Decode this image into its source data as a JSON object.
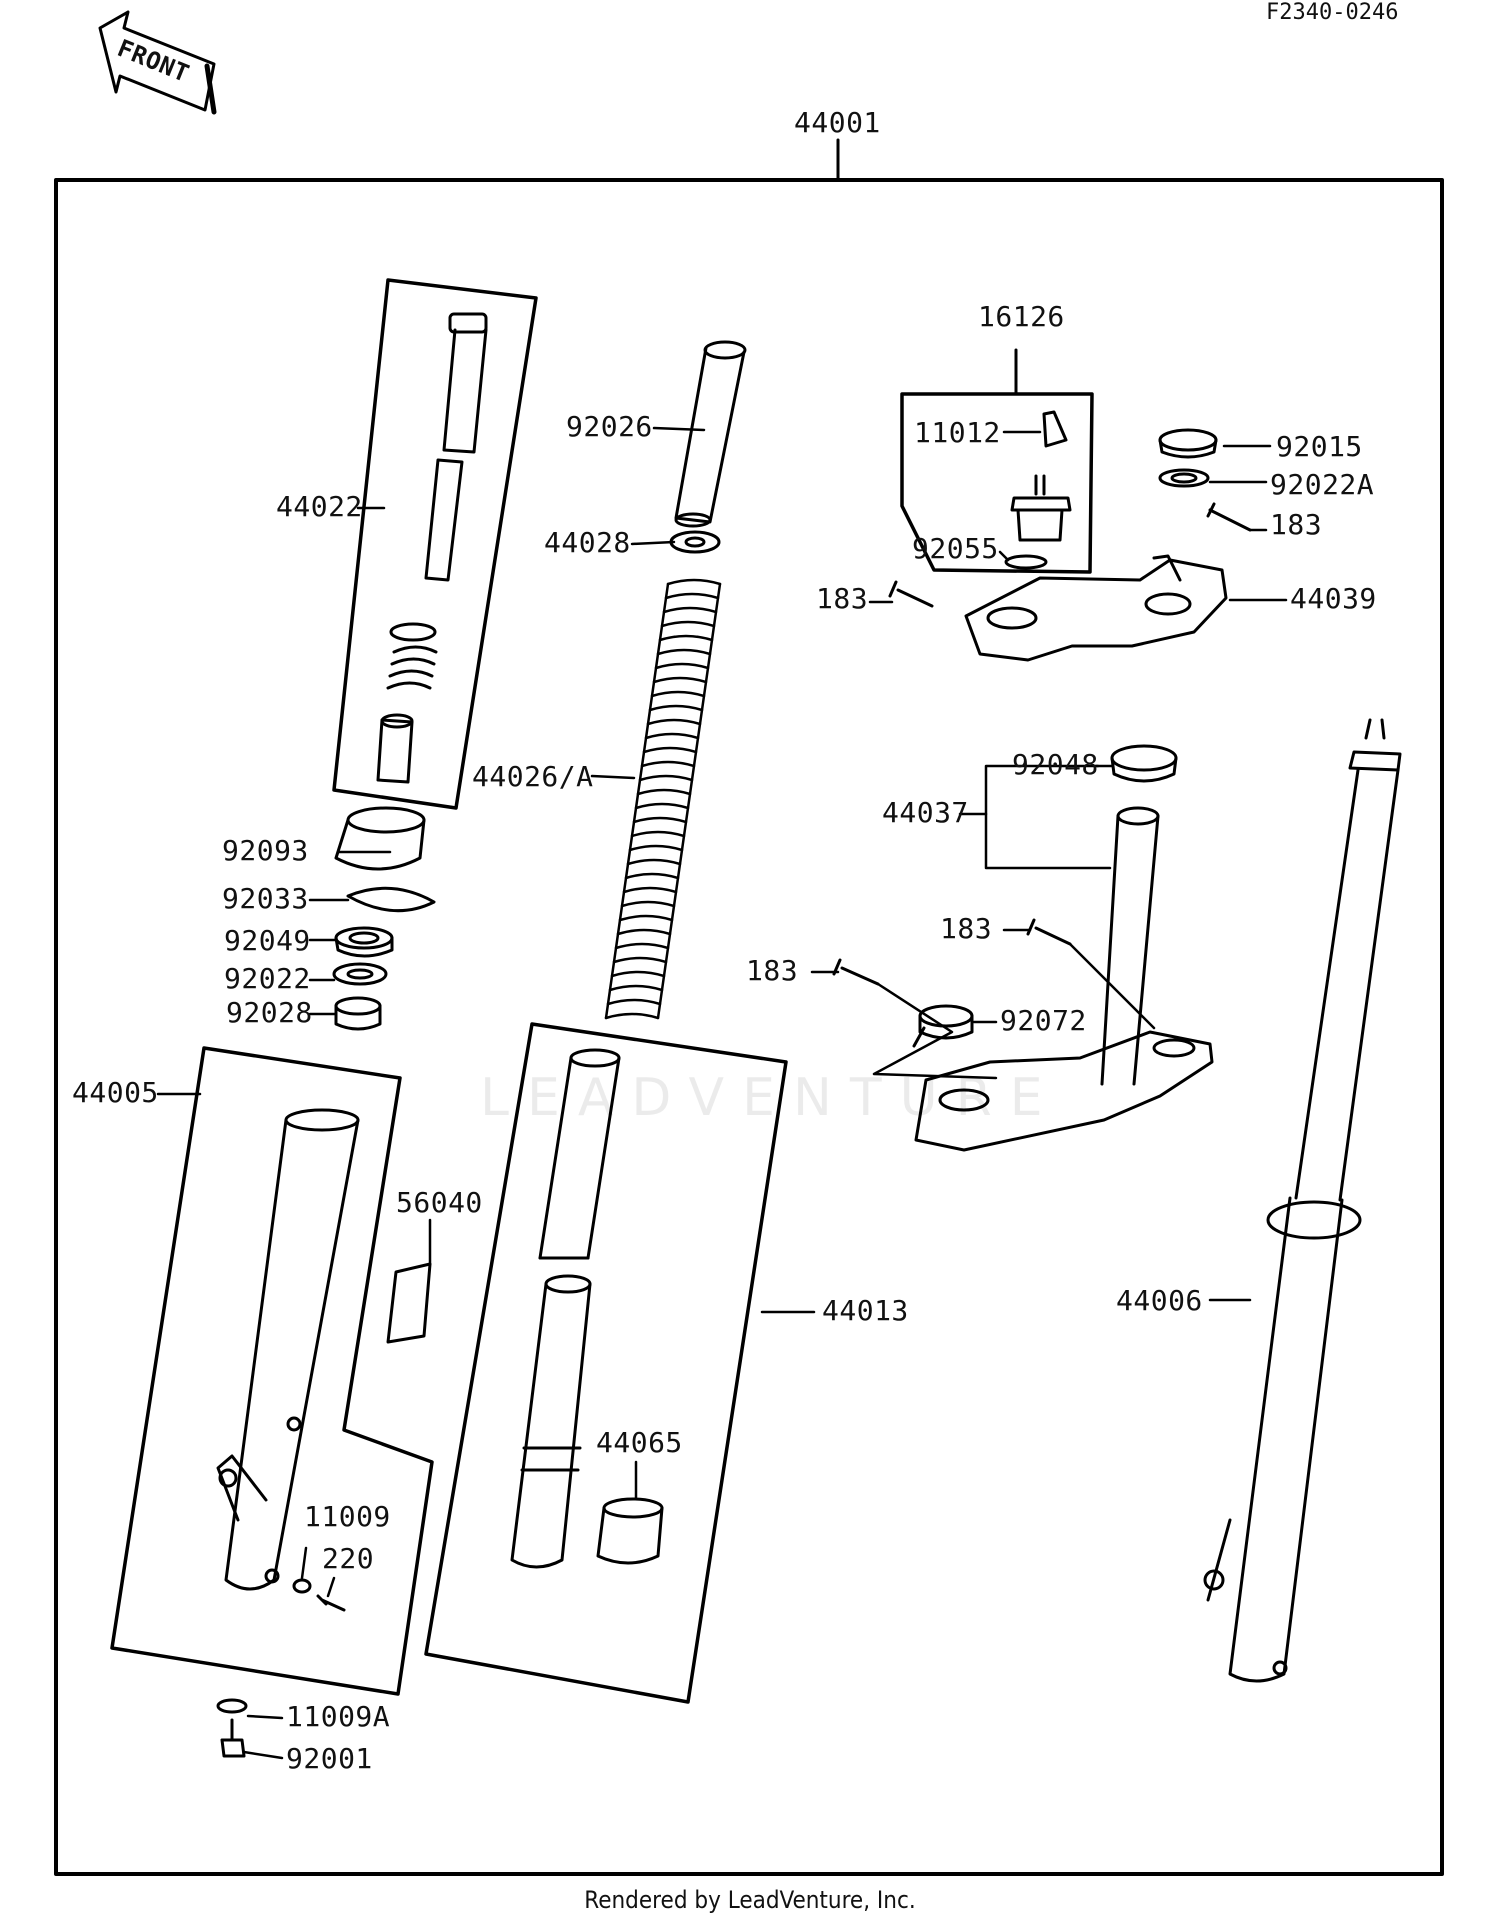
{
  "header": {
    "diagram_ref": "F2340-0246",
    "front_label": "FRONT"
  },
  "assembly_label": "44001",
  "labels": {
    "p44022": "44022",
    "p92026": "92026",
    "p44028": "44028",
    "p44026A": "44026/A",
    "p16126": "16126",
    "p11012": "11012",
    "p92055": "92055",
    "p183a": "183",
    "p92015": "92015",
    "p92022A": "92022A",
    "p183b": "183",
    "p44039": "44039",
    "p92048": "92048",
    "p44037": "44037",
    "p183c": "183",
    "p183d": "183",
    "p92072": "92072",
    "p92093": "92093",
    "p92033": "92033",
    "p92049": "92049",
    "p92022": "92022",
    "p92028": "92028",
    "p44005": "44005",
    "p56040": "56040",
    "p44013": "44013",
    "p44065": "44065",
    "p44006": "44006",
    "p11009": "11009",
    "p220": "220",
    "p11009A": "11009A",
    "p92001": "92001"
  },
  "watermark": "LEADVENTURE",
  "footer": "Rendered by LeadVenture, Inc."
}
